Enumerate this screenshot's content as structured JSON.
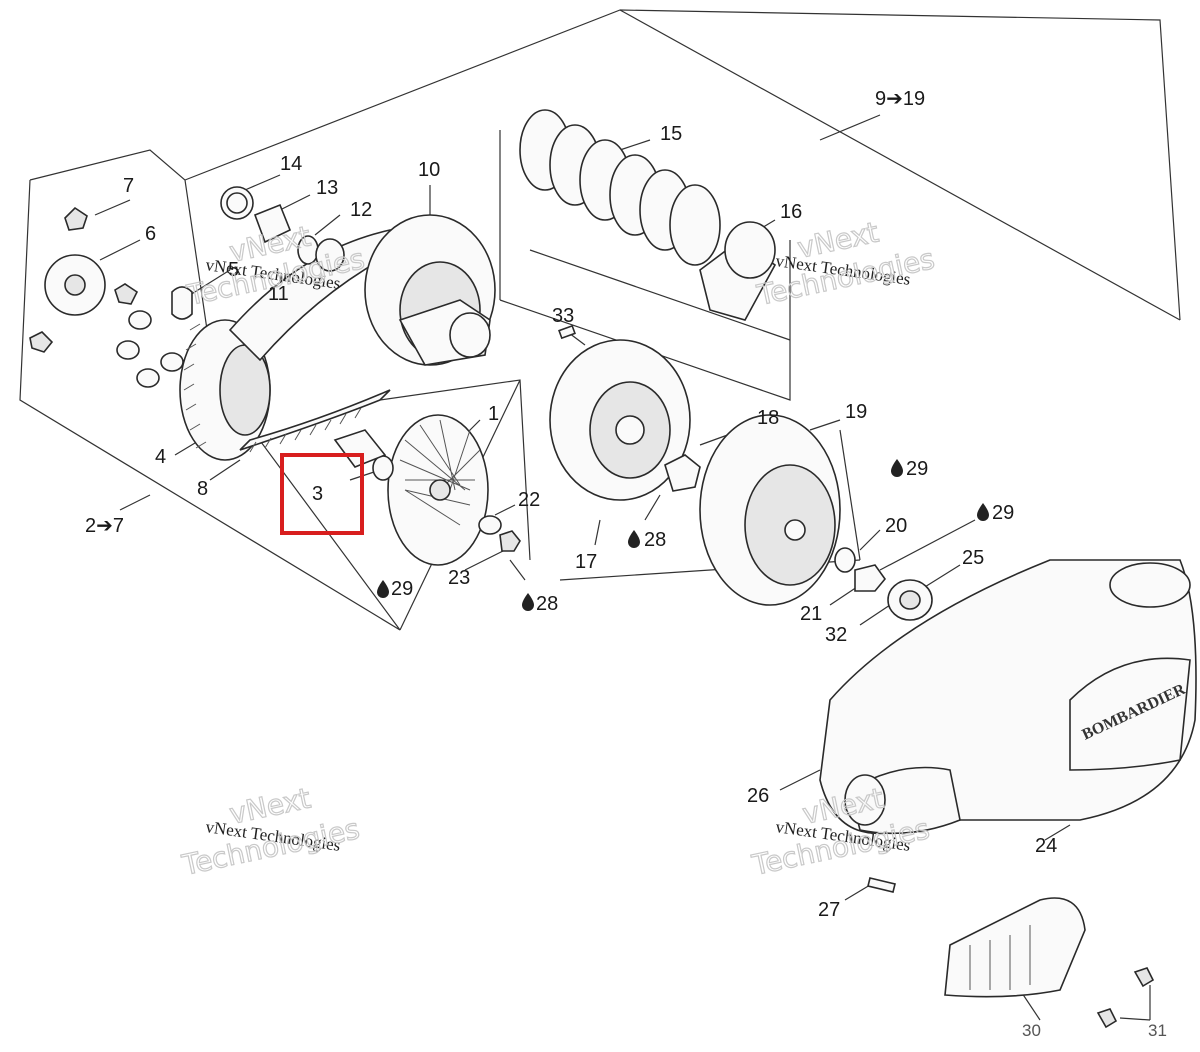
{
  "callouts": {
    "c1": "1",
    "c2_7": "2➔7",
    "c3": "3",
    "c4": "4",
    "c5": "5",
    "c6": "6",
    "c7": "7",
    "c8": "8",
    "c9_19": "9➔19",
    "c10": "10",
    "c11": "11",
    "c12": "12",
    "c13": "13",
    "c14": "14",
    "c15": "15",
    "c16": "16",
    "c17": "17",
    "c18": "18",
    "c19": "19",
    "c20": "20",
    "c21": "21",
    "c22": "22",
    "c23": "23",
    "c24": "24",
    "c25": "25",
    "c26": "26",
    "c27": "27",
    "c28a": "28",
    "c28b": "28",
    "c29a": "29",
    "c29b": "29",
    "c29c": "29",
    "c30": "30",
    "c31": "31",
    "c32": "32",
    "c33": "33"
  },
  "watermark": {
    "line1": "vNext Technologies",
    "line2a": "vNext",
    "line2b": "Technologies"
  },
  "cover_brand": "BOMBARDIER",
  "highlight": {
    "part": "3",
    "color": "#d81e1e"
  },
  "icons": {
    "sealant": "oil-drop-icon"
  }
}
